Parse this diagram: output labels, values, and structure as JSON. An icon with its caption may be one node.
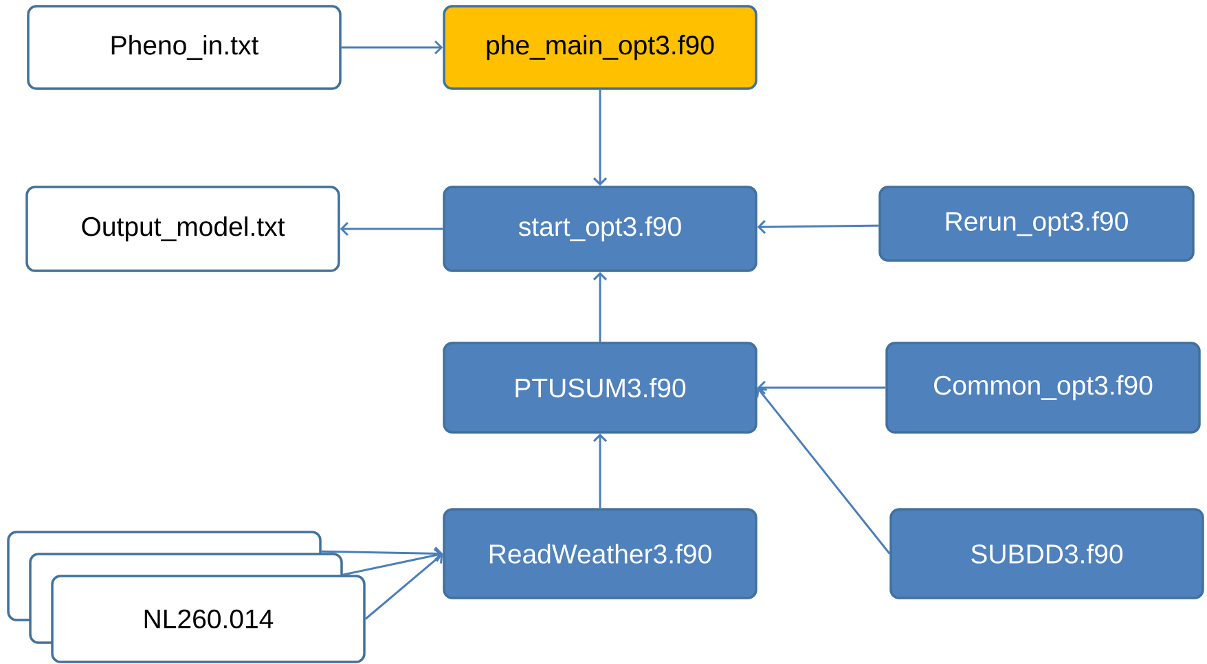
{
  "diagram": {
    "nodes": [
      {
        "text": [
          "Pheno_in.txt"
        ]
      },
      {
        "text": [
          "phe_main_opt3.f90"
        ]
      },
      {
        "text": [
          "Output_model.txt"
        ]
      },
      {
        "text": [
          "start_opt3.f90"
        ]
      },
      {
        "text": [
          "Rerun_opt3.f90"
        ]
      },
      {
        "text": [
          "PTUSUM3.f90"
        ]
      },
      {
        "text": [
          "Common_opt3.f90"
        ]
      },
      {
        "text": [
          "ReadWeather3.f90"
        ]
      },
      {
        "text": [
          "SUBDD3.f90"
        ]
      },
      {
        "text": [],
        "shape": "box"
      },
      {
        "text": [],
        "shape": "box"
      },
      {
        "text": [
          "NL260.014"
        ]
      }
    ],
    "edges": [
      {
        "from": 0,
        "to": 1,
        "arrow": "to"
      },
      {
        "from": 1,
        "to": 3,
        "arrow": "to"
      },
      {
        "from": 3,
        "to": 2,
        "arrow": "to"
      },
      {
        "from": 4,
        "to": 3,
        "arrow": "to"
      },
      {
        "from": 5,
        "to": 3,
        "arrow": "to"
      },
      {
        "from": 6,
        "to": 5,
        "arrow": "to"
      },
      {
        "from": 8,
        "to": 5,
        "arrow": "to"
      },
      {
        "from": 7,
        "to": 5,
        "arrow": "to"
      },
      {
        "from": 9,
        "to": 7,
        "arrow": "to"
      },
      {
        "from": 10,
        "to": 7,
        "arrow": "to"
      },
      {
        "from": 11,
        "to": 7,
        "arrow": "to"
      }
    ]
  }
}
